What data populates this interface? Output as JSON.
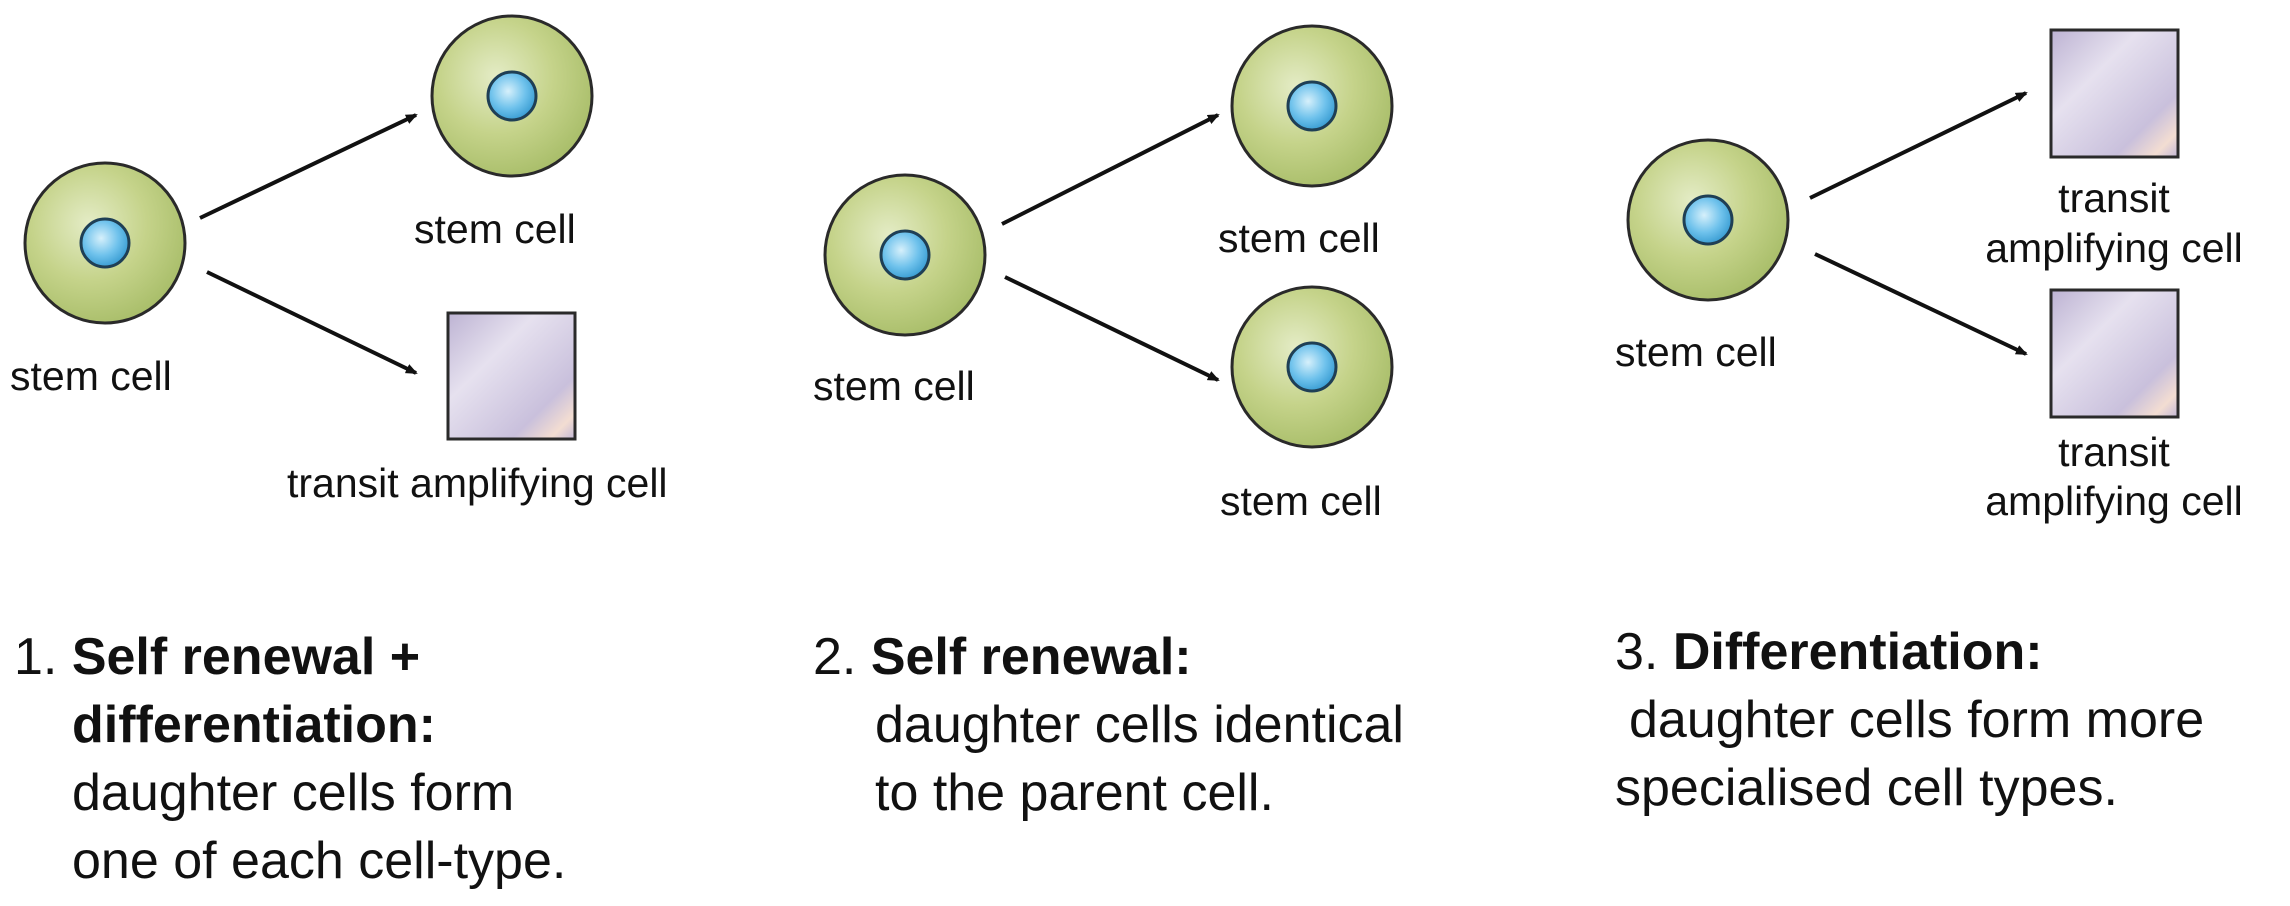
{
  "colors": {
    "stem_cell_fill": "#c5d38a",
    "stem_cell_stroke": "#2a2a2a",
    "nucleus_fill": "#6fc2ec",
    "transit_cell_fill": "#c9c0dc",
    "arrow": "#111111"
  },
  "panels": [
    {
      "parent_label": "stem cell",
      "daughter_top_label": "stem cell",
      "daughter_bottom_label": "transit amplifying cell",
      "caption": {
        "number": "1.",
        "heading_line1": "Self renewal +",
        "heading_line2": "differentiation:",
        "text_line1": "daughter cells form",
        "text_line2": "one of each cell-type."
      }
    },
    {
      "parent_label": "stem cell",
      "daughter_top_label": "stem cell",
      "daughter_bottom_label": "stem cell",
      "caption": {
        "number": "2.",
        "heading_line1": "Self renewal:",
        "text_line1": "daughter cells identical",
        "text_line2": "to the parent cell."
      }
    },
    {
      "parent_label": "stem cell",
      "daughter_top_label_line1": "transit",
      "daughter_top_label_line2": "amplifying cell",
      "daughter_bottom_label_line1": "transit",
      "daughter_bottom_label_line2": "amplifying cell",
      "caption": {
        "number": "3.",
        "heading_line1": "Differentiation:",
        "text_line1": "daughter cells form more",
        "text_line2": "specialised cell types."
      }
    }
  ]
}
